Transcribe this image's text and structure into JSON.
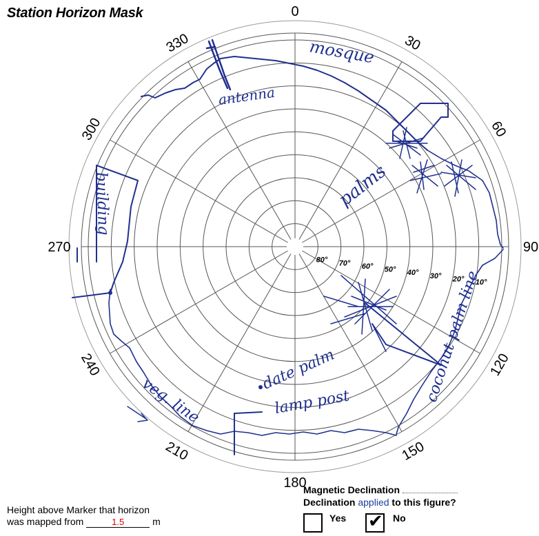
{
  "form": {
    "title": "Station Horizon Mask"
  },
  "polar": {
    "azimuth_labels": [
      "0",
      "30",
      "60",
      "90",
      "120",
      "150",
      "180",
      "210",
      "240",
      "270",
      "300",
      "330"
    ],
    "elevation_labels": [
      "80°",
      "70°",
      "60°",
      "50°",
      "40°",
      "30°",
      "20°",
      "10°"
    ]
  },
  "annotations": {
    "mosque": "mosque",
    "antenna": "antenna",
    "palms": "palms",
    "building": "building",
    "date_palm": "date palm",
    "lamp_post": "lamp post",
    "veg_line": "veg. line",
    "coconut_palm_line": "coconut palm line"
  },
  "height": {
    "line1": "Height above Marker that horizon",
    "line2_prefix": "was mapped from",
    "value": "1.5",
    "unit": "m"
  },
  "declination": {
    "label": "Magnetic Declination",
    "question_prefix": "Declination",
    "question_applied": "applied",
    "question_suffix": "to this figure?",
    "yes_label": "Yes",
    "no_label": "No",
    "yes_checked": false,
    "no_checked": true
  },
  "colors": {
    "ink": "#1f2f8f",
    "height_value": "#d40000",
    "applied_text": "#1a3da0"
  }
}
